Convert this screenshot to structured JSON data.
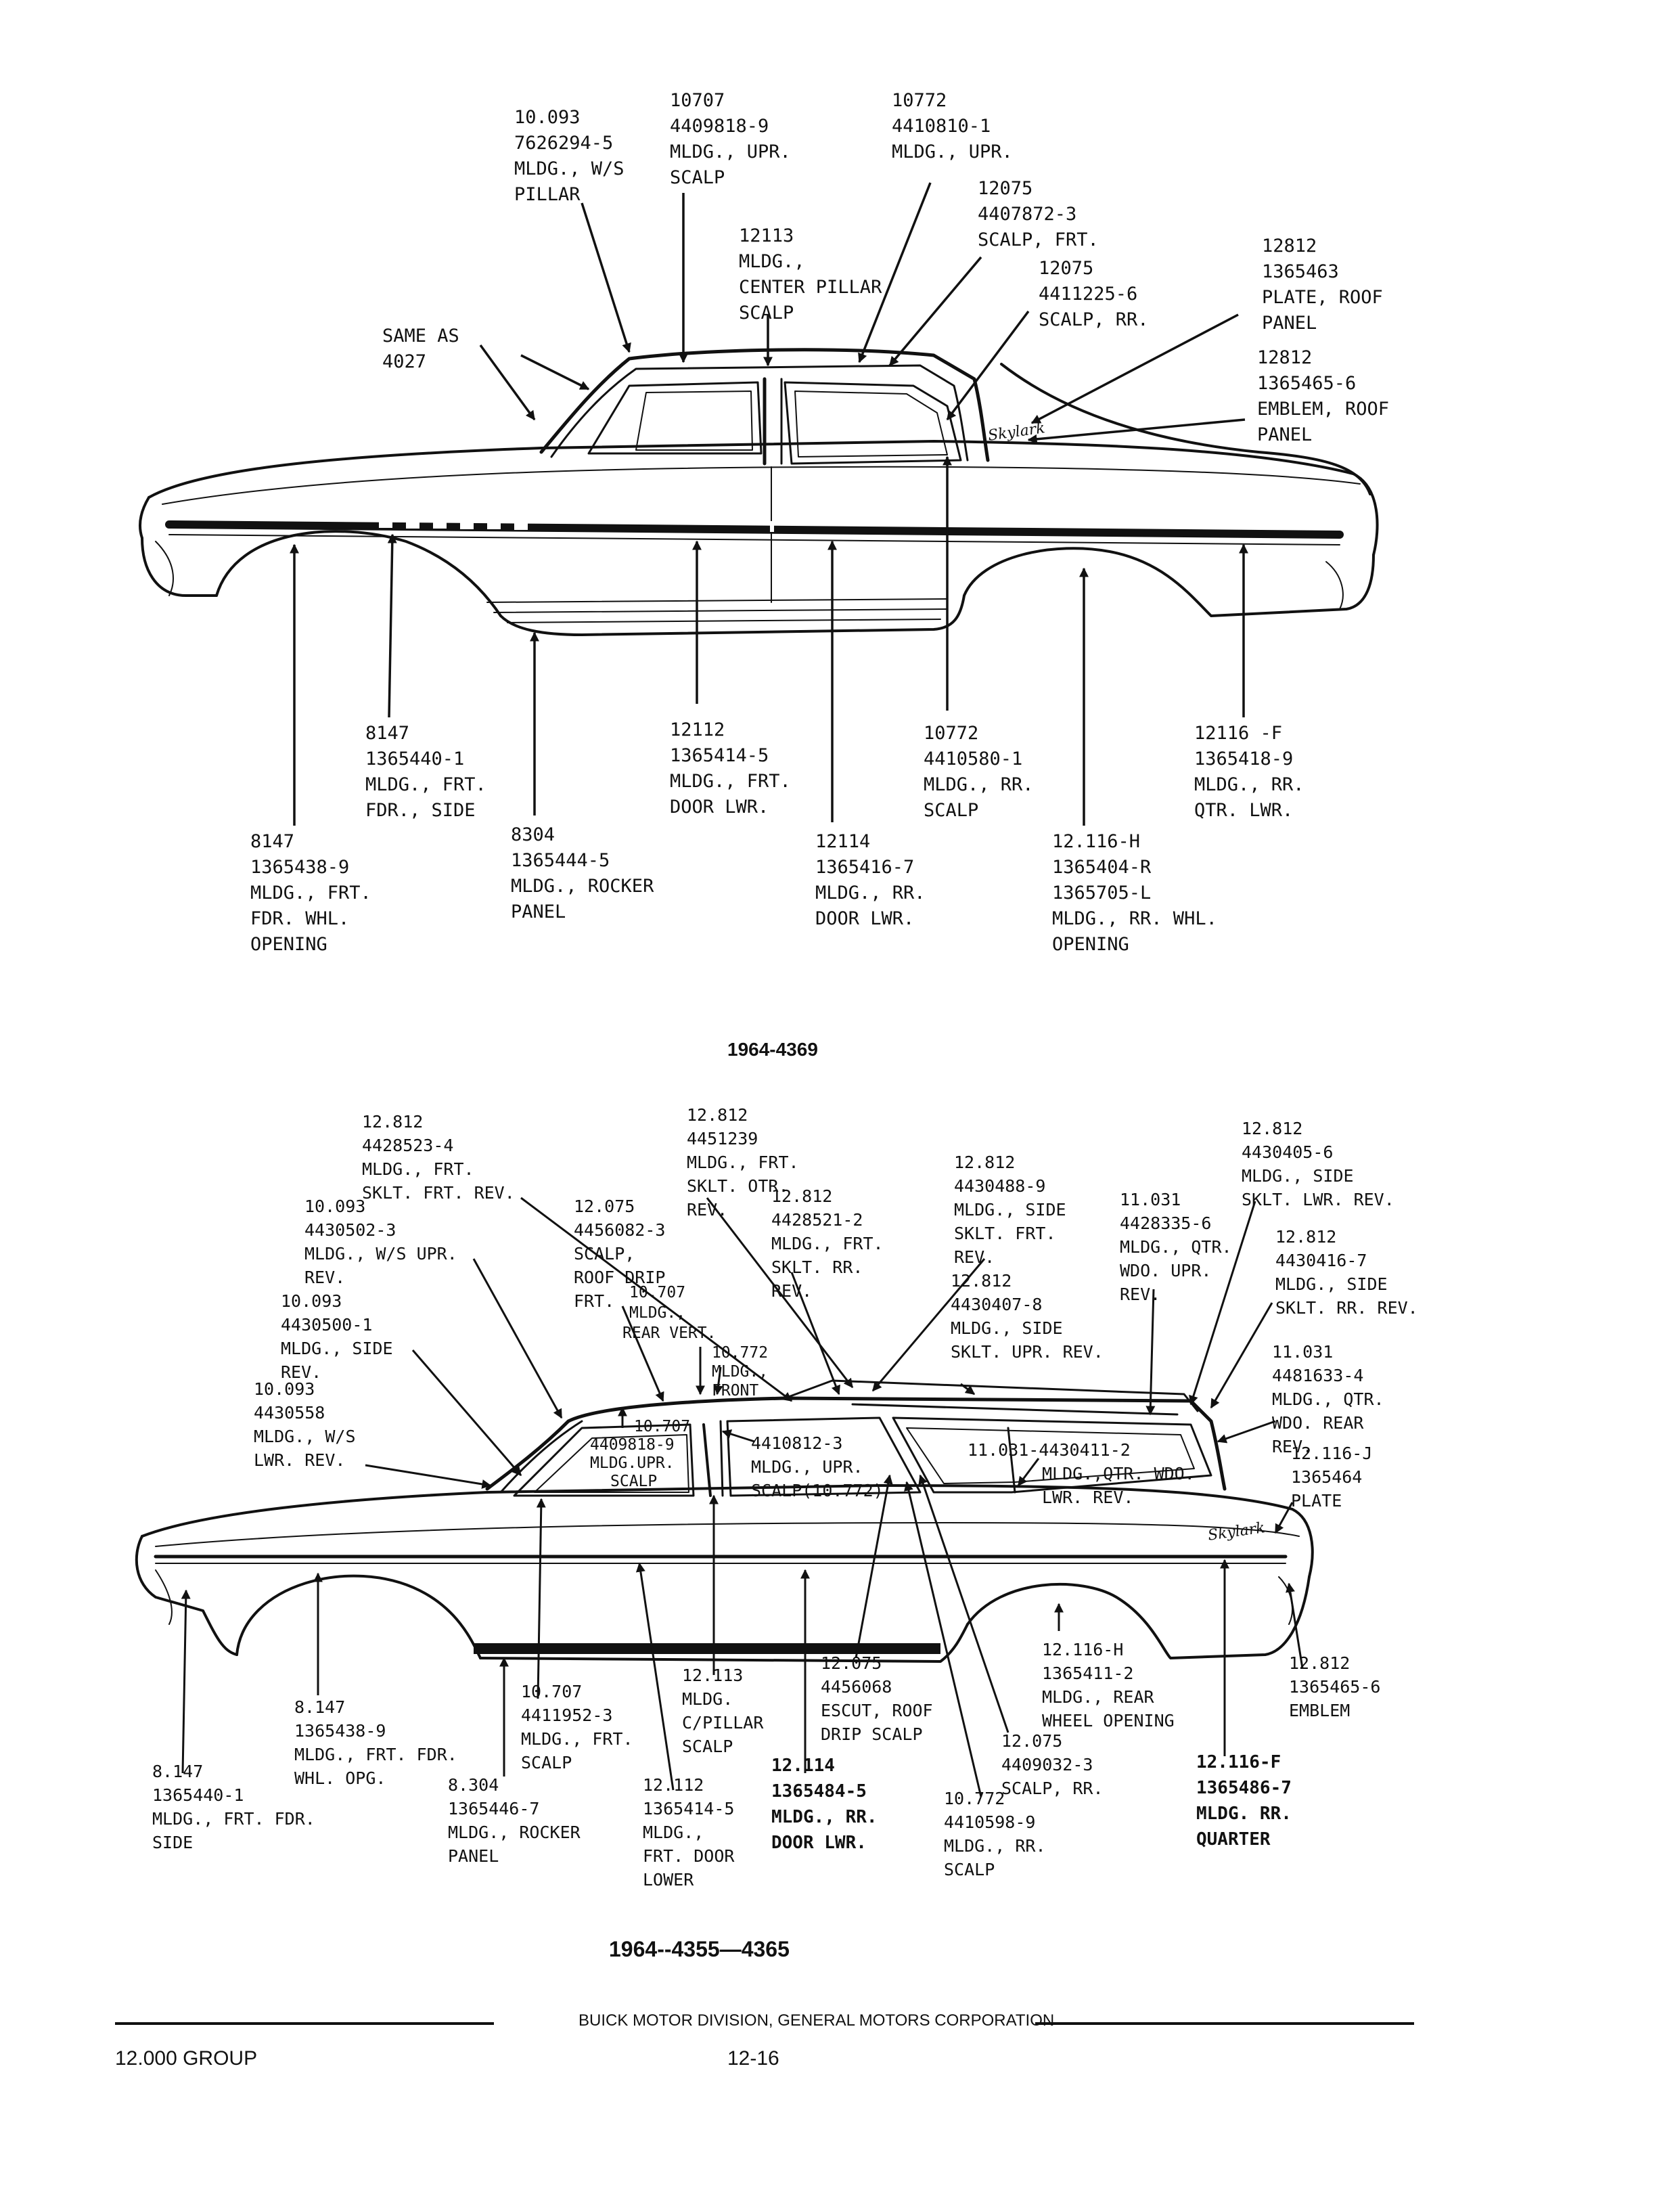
{
  "diagram1": {
    "caption": "1964-4369",
    "labels": [
      {
        "id": "ws-pillar",
        "lines": [
          "10.093",
          "7626294-5",
          "MLDG., W/S",
          "PILLAR"
        ]
      },
      {
        "id": "upr-scalp",
        "lines": [
          "10707",
          "4409818-9",
          "MLDG., UPR.",
          "SCALP"
        ]
      },
      {
        "id": "mldg-upr",
        "lines": [
          "10772",
          "4410810-1",
          "MLDG., UPR."
        ]
      },
      {
        "id": "scalp-frt",
        "lines": [
          "12075",
          "4407872-3",
          "SCALP, FRT."
        ]
      },
      {
        "id": "scalp-rr",
        "lines": [
          "12075",
          "4411225-6",
          "SCALP, RR."
        ]
      },
      {
        "id": "center-pillar",
        "lines": [
          "12113",
          "MLDG.,",
          "CENTER PILLAR",
          "SCALP"
        ]
      },
      {
        "id": "plate-roof",
        "lines": [
          "12812",
          "1365463",
          "PLATE, ROOF",
          "PANEL"
        ]
      },
      {
        "id": "emblem-roof",
        "lines": [
          "12812",
          "1365465-6",
          "EMBLEM, ROOF",
          "PANEL"
        ]
      },
      {
        "id": "same-as",
        "lines": [
          "SAME AS",
          "4027"
        ]
      },
      {
        "id": "frt-fdr-side",
        "lines": [
          "8147",
          "1365440-1",
          "MLDG., FRT.",
          "FDR., SIDE"
        ]
      },
      {
        "id": "frt-door-lwr",
        "lines": [
          "12112",
          "1365414-5",
          "MLDG., FRT.",
          "DOOR LWR."
        ]
      },
      {
        "id": "rr-scalp",
        "lines": [
          "10772",
          "4410580-1",
          "MLDG., RR.",
          "SCALP"
        ]
      },
      {
        "id": "rr-qtr-lwr",
        "lines": [
          "12116 -F",
          "1365418-9",
          "MLDG., RR.",
          "QTR. LWR."
        ]
      },
      {
        "id": "frt-fdr-whl",
        "lines": [
          "8147",
          "1365438-9",
          "MLDG., FRT.",
          "FDR. WHL.",
          "OPENING"
        ]
      },
      {
        "id": "rocker",
        "lines": [
          "8304",
          "1365444-5",
          "MLDG., ROCKER",
          "PANEL"
        ]
      },
      {
        "id": "rr-door-lwr",
        "lines": [
          "12114",
          "1365416-7",
          "MLDG., RR.",
          "DOOR LWR."
        ]
      },
      {
        "id": "rr-whl",
        "lines": [
          "12.116-H",
          "1365404-R",
          "1365705-L",
          "MLDG., RR. WHL.",
          "OPENING"
        ]
      }
    ]
  },
  "diagram2": {
    "caption": "1964--4355—4365",
    "labels": [
      {
        "id": "sklt-frt-rev",
        "lines": [
          "12.812",
          "4428523-4",
          "MLDG., FRT.",
          "SKLT. FRT. REV."
        ]
      },
      {
        "id": "sklt-otr",
        "lines": [
          "12.812",
          "4451239",
          "MLDG., FRT.",
          "SKLT. OTR.",
          "REV."
        ]
      },
      {
        "id": "sklt-rr",
        "lines": [
          "12.812",
          "4428521-2",
          "MLDG., FRT.",
          "SKLT. RR.",
          "REV."
        ]
      },
      {
        "id": "side-sklt-frt",
        "lines": [
          "12.812",
          "4430488-9",
          "MLDG., SIDE",
          "SKLT. FRT.",
          "REV."
        ]
      },
      {
        "id": "qtr-wdo-upr",
        "lines": [
          "11.031",
          "4428335-6",
          "MLDG., QTR.",
          "WDO. UPR.",
          "REV."
        ]
      },
      {
        "id": "side-sklt-lwr",
        "lines": [
          "12.812",
          "4430405-6",
          "MLDG., SIDE",
          "SKLT. LWR. REV."
        ]
      },
      {
        "id": "side-sklt-rr",
        "lines": [
          "12.812",
          "4430416-7",
          "MLDG., SIDE",
          "SKLT. RR. REV."
        ]
      },
      {
        "id": "side-sklt-upr",
        "lines": [
          "12.812",
          "4430407-8",
          "MLDG., SIDE",
          "SKLT. UPR. REV."
        ]
      },
      {
        "id": "ws-upr",
        "lines": [
          "10.093",
          "4430502-3",
          "MLDG., W/S UPR.",
          "REV."
        ]
      },
      {
        "id": "roof-drip",
        "lines": [
          "12.075",
          "4456082-3",
          "SCALP,",
          "ROOF DRIP",
          "FRT."
        ]
      },
      {
        "id": "rear-vert",
        "lines": [
          "10.707",
          "MLDG.,",
          "REAR VERT."
        ]
      },
      {
        "id": "front-772",
        "lines": [
          "10.772",
          "MLDG.,",
          "FRONT"
        ]
      },
      {
        "id": "side-rev",
        "lines": [
          "10.093",
          "4430500-1",
          "MLDG., SIDE",
          "REV."
        ]
      },
      {
        "id": "ws-lwr",
        "lines": [
          "10.093",
          "4430558",
          "MLDG., W/S",
          "LWR. REV."
        ]
      },
      {
        "id": "upr-scalp2",
        "lines": [
          "10.707",
          "4409818-9",
          "MLDG.UPR.",
          "SCALP"
        ]
      },
      {
        "id": "upr-scalp3",
        "lines": [
          "4410812-3",
          "MLDG., UPR.",
          "SCALP(10.772)"
        ]
      },
      {
        "id": "qtr-wdo-lwr",
        "lines": [
          "11.031-4430411-2",
          "MLDG.,QTR. WDO.",
          "LWR. REV."
        ]
      },
      {
        "id": "qtr-wdo-rear",
        "lines": [
          "11.031",
          "4481633-4",
          "MLDG., QTR.",
          "WDO. REAR",
          "REV."
        ]
      },
      {
        "id": "plate2",
        "lines": [
          "12.116-J",
          "1365464",
          "PLATE"
        ]
      },
      {
        "id": "emblem2",
        "lines": [
          "12.812",
          "1365465-6",
          "EMBLEM"
        ]
      },
      {
        "id": "rear-wheel",
        "lines": [
          "12.116-H",
          "1365411-2",
          "MLDG., REAR",
          "WHEEL OPENING"
        ]
      },
      {
        "id": "scalp-rr2",
        "lines": [
          "12.075",
          "4409032-3",
          "SCALP, RR."
        ]
      },
      {
        "id": "quarter",
        "lines": [
          "12.116-F",
          "1365486-7",
          "MLDG. RR.",
          "QUARTER"
        ]
      },
      {
        "id": "escut",
        "lines": [
          "12.075",
          "4456068",
          "ESCUT, ROOF",
          "DRIP SCALP"
        ]
      },
      {
        "id": "c-pillar",
        "lines": [
          "12.113",
          "MLDG.",
          "C/PILLAR",
          "SCALP"
        ]
      },
      {
        "id": "frt-scalp",
        "lines": [
          "10.707",
          "4411952-3",
          "MLDG., FRT.",
          "SCALP"
        ]
      },
      {
        "id": "frt-fdr-whl2",
        "lines": [
          "8.147",
          "1365438-9",
          "MLDG., FRT. FDR.",
          "WHL. OPG."
        ]
      },
      {
        "id": "frt-fdr-side2",
        "lines": [
          "8.147",
          "1365440-1",
          "MLDG., FRT. FDR.",
          "SIDE"
        ]
      },
      {
        "id": "rocker2",
        "lines": [
          "8.304",
          "1365446-7",
          "MLDG., ROCKER",
          "PANEL"
        ]
      },
      {
        "id": "frt-door-lower2",
        "lines": [
          "12.112",
          "1365414-5",
          "MLDG.,",
          "FRT. DOOR",
          "LOWER"
        ]
      },
      {
        "id": "rr-door-lwr2",
        "lines": [
          "12.114",
          "1365484-5",
          "MLDG., RR.",
          "DOOR LWR."
        ]
      },
      {
        "id": "rr-scalp2",
        "lines": [
          "10.772",
          "4410598-9",
          "MLDG., RR.",
          "SCALP"
        ]
      }
    ]
  },
  "badges": {
    "skylark1": "Skylark",
    "skylark2": "Skylark"
  },
  "footer": {
    "company": "BUICK MOTOR DIVISION, GENERAL MOTORS CORPORATION",
    "group": "12.000 GROUP",
    "page": "12-16"
  }
}
